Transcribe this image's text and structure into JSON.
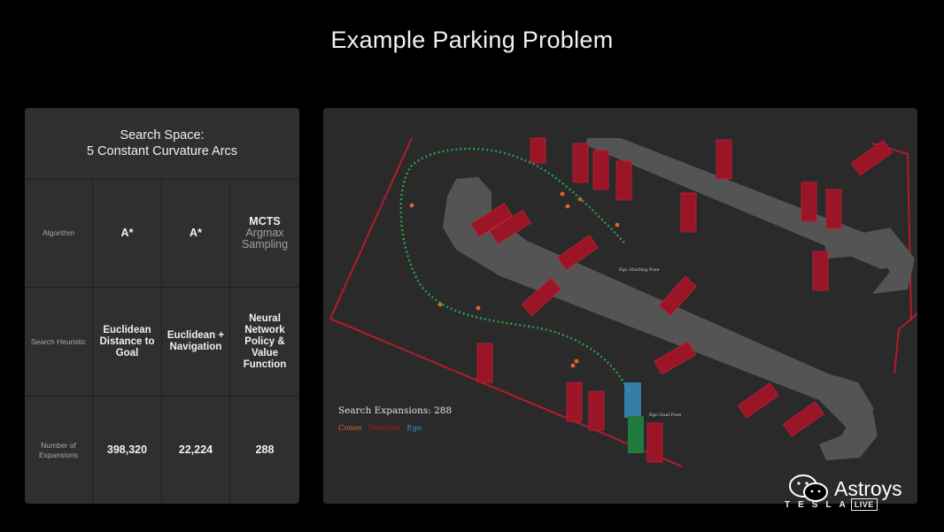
{
  "title": "Example Parking Problem",
  "table": {
    "header_line1": "Search Space:",
    "header_line2": "5 Constant Curvature Arcs",
    "row_labels": [
      "Algorithm",
      "Search Heuristic",
      "Number of Expansions"
    ],
    "columns": [
      {
        "algorithm": "A*",
        "algorithm_sub": "",
        "heuristic": "Euclidean Distance to Goal",
        "expansions": "398,320"
      },
      {
        "algorithm": "A*",
        "algorithm_sub": "",
        "heuristic": "Euclidean + Navigation",
        "expansions": "22,224"
      },
      {
        "algorithm": "MCTS",
        "algorithm_sub": "Argmax Sampling",
        "heuristic": "Neural Network Policy & Value Function",
        "expansions": "288"
      }
    ]
  },
  "simulation": {
    "expansions_label": "Search Expansions: 288",
    "legend": [
      {
        "label": "Cones",
        "color": "#e0632a"
      },
      {
        "label": "Vehicles",
        "color": "#b0182a"
      },
      {
        "label": "Ego",
        "color": "#3a9ad0"
      }
    ],
    "start_pose_label": "Ego Starting Pose",
    "goal_pose_label": "Ego Goal Pose"
  },
  "watermark": {
    "text": "Astroys",
    "icon": "wechat-icon"
  },
  "brand": {
    "name": "TESLA",
    "badge": "LIVE"
  }
}
